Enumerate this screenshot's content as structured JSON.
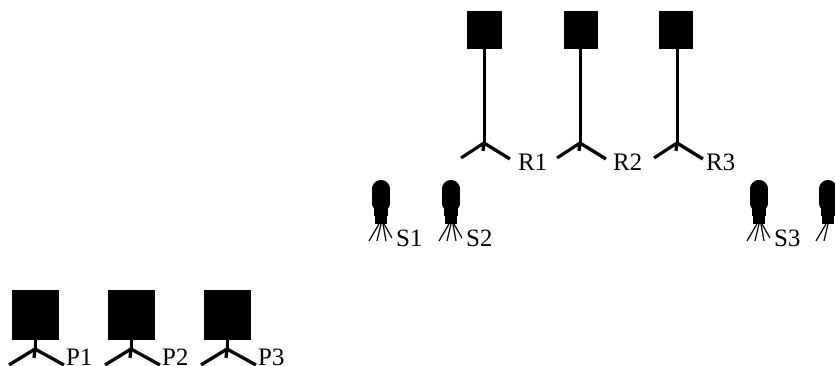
{
  "colors": {
    "ink": "#000000",
    "background": "#ffffff"
  },
  "diagram": {
    "r_group": {
      "symbol": "box-on-pole-with-tripod-base",
      "items": [
        {
          "label": "R1"
        },
        {
          "label": "R2"
        },
        {
          "label": "R3"
        }
      ]
    },
    "s_group": {
      "symbol": "capsule-on-tripod-legs",
      "items": [
        {
          "label": "S1"
        },
        {
          "label": "S2"
        },
        {
          "label": "S3"
        },
        {
          "label": ""
        }
      ]
    },
    "p_group": {
      "symbol": "box-on-short-post-with-tripod-base",
      "items": [
        {
          "label": "P1"
        },
        {
          "label": "P2"
        },
        {
          "label": "P3"
        }
      ]
    }
  }
}
